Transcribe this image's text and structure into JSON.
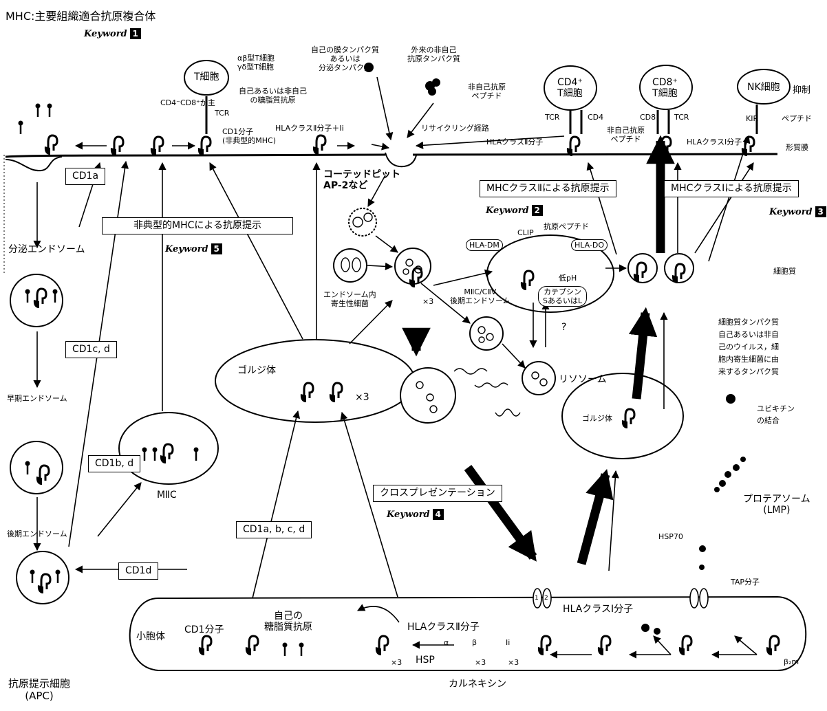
{
  "header": {
    "title": "MHC:主要組織適合抗原複合体"
  },
  "keywords": {
    "label": "Keyword",
    "k1": "1",
    "k2": "2",
    "k3": "3",
    "k4": "4",
    "k5": "5"
  },
  "cells": {
    "t_cell": "T細胞",
    "cd4_t_cell": "CD4⁺\nT細胞",
    "cd8_t_cell": "CD8⁺\nT細胞",
    "nk_cell": "NK細胞",
    "suppression": "抑制",
    "apc": "抗原提示細胞\n(APC)"
  },
  "top_labels": {
    "ab_gd_tcell": "αβ型T細胞\nγδ型T細胞",
    "cd4cd8": "CD4⁻CD8⁺が主",
    "self_nonself_lipid": "自己あるいは非自己\nの糖脂質抗原",
    "tcr1": "TCR",
    "cd1_molecule": "CD1分子\n(非典型的MHC)",
    "hla2_li": "HLAクラスⅡ分子＋Ii",
    "self_membrane": "自己の膜タンパク質\nあるいは\n分泌タンパク質",
    "foreign_protein": "外来の非自己\n抗原タンパク質",
    "nonself_peptide": "非自己抗原\nペプチド",
    "recycling": "リサイクリング経路",
    "hla2_molecule": "HLAクラスⅡ分子",
    "tcr2": "TCR",
    "cd4": "CD4",
    "cd8": "CD8",
    "tcr3": "TCR",
    "nonself_peptide2": "非自己抗原\nペプチド",
    "hla1_molecule": "HLAクラスⅠ分子",
    "kir": "KIR",
    "peptide": "ペプチド",
    "plasma_membrane": "形質膜"
  },
  "boxes": {
    "cd1a": "CD1a",
    "atypical_mhc": "非典型的MHCによる抗原提示",
    "mhc2_present": "MHCクラスⅡによる抗原提示",
    "mhc1_present": "MHCクラスⅠによる抗原提示",
    "cd1cd": "CD1c, d",
    "cd1bd": "CD1b, d",
    "cd1abcd": "CD1a, b, c, d",
    "cd1d": "CD1d",
    "cross": "クロスプレゼンテーション"
  },
  "mid_labels": {
    "coated_pit": "コーテッドピット\nAP-2など",
    "secretory_endosome": "分泌エンドソーム",
    "early_endosome": "早期エンドソーム",
    "late_endosome": "後期エンドソーム",
    "miic": "MⅡC",
    "golgi1": "ゴルジ体",
    "x3_a": "×3",
    "endosome_bacteria": "エンドソーム内\n寄生性細菌",
    "x3_b": "×3",
    "miic_ciiv": "MⅡC/CⅡV\n後期エンドソーム",
    "hla_dm": "HLA-DM",
    "clip": "CLIP",
    "antigen_peptide": "抗原ペプチド",
    "hla_do": "HLA-DO",
    "low_ph": "低pH",
    "cathepsin": "カテプシン\nSあるいはL",
    "question": "?",
    "lysosome": "リソソーム",
    "cytoplasm": "細胞質",
    "cyto_protein": "細胞質タンパク質\n自己あるいは非自\n己のウイルス，細\n胞内寄生細菌に由\n来するタンパク質",
    "ubiquitin": "ユビキチン\nの結合",
    "golgi2": "ゴルジ体",
    "proteasome": "プロテアソーム\n(LMP)",
    "hsp70": "HSP70",
    "tap": "TAP分子"
  },
  "er_labels": {
    "er": "小胞体",
    "cd1_molecule": "CD1分子",
    "self_glycolipid": "自己の\n糖脂質抗原",
    "hla2_molecule": "HLAクラスⅡ分子",
    "alpha": "α",
    "beta": "β",
    "ii": "Ii",
    "hsp": "HSP",
    "x3_1": "×3",
    "x3_2": "×3",
    "x3_3": "×3",
    "calnexin": "カルネキシン",
    "hla1_molecule": "HLAクラスⅠ分子",
    "b2m": "β₂m",
    "tap1": "1",
    "tap2": "2"
  }
}
